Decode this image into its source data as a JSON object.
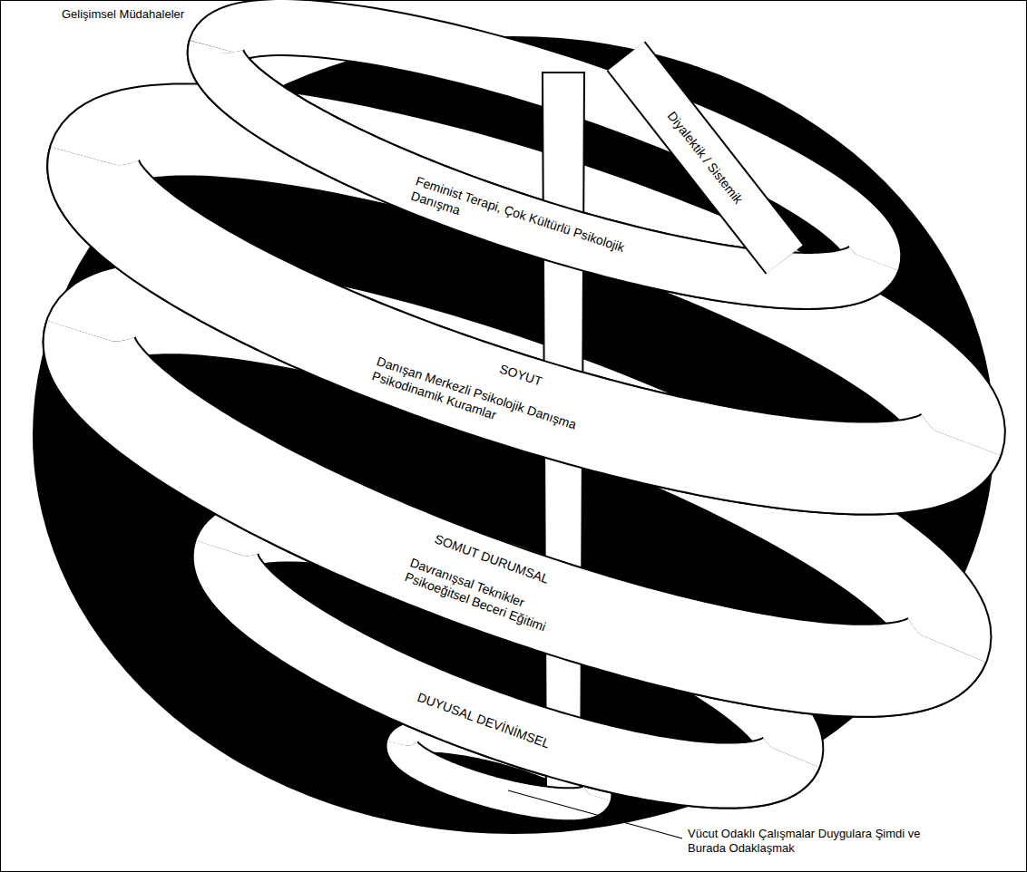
{
  "diagram": {
    "title": "Gelişimsel Müdahaleler",
    "labels": [
      "Diyalektik / Sistemik",
      "Feminist Terapi, Çok Kültürlü Psikolojik Danışma",
      "SOYUT",
      "Danışan Merkezli Psikolojik Danışma Psikodinamik Kuramlar",
      "SOMUT DURUMSAL",
      "Davranışsal Teknikler Psikoeğitsel Beceri Eğitimi",
      "DUYUSAL DEVİNİMSEL",
      "Vücut Odaklı Çalışmalar Duygulara Şimdi ve Burada Odaklaşmak"
    ]
  }
}
